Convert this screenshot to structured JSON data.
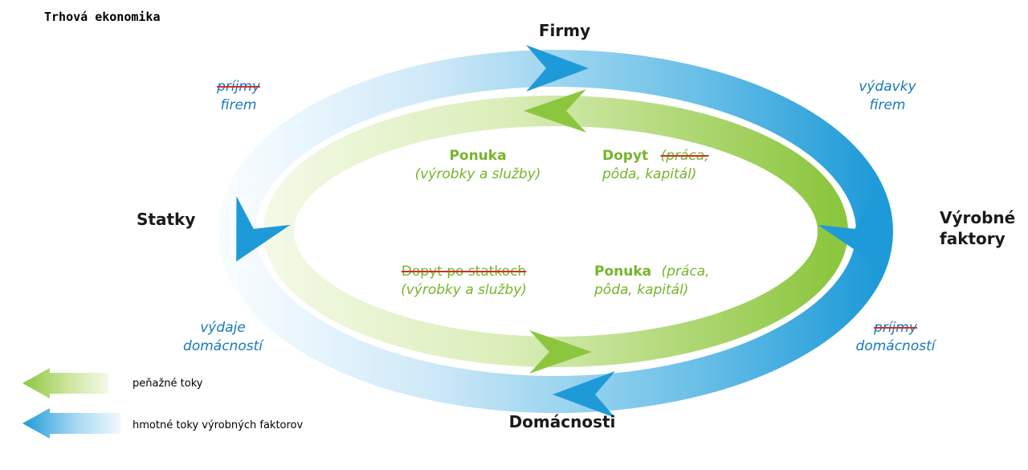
{
  "title": "Trhová ekonomika",
  "nodes": {
    "firms": "Firmy",
    "goods": "Statky",
    "factors": {
      "line1": "Výrobné",
      "line2": "faktory"
    },
    "households": "Domácnosti"
  },
  "money_labels": {
    "top_left": {
      "struck": "príjmy",
      "line2": "firem"
    },
    "top_right": {
      "line1": "výdavky",
      "line2": "firem"
    },
    "bottom_left": {
      "line1": "výdaje",
      "line2": "domácností"
    },
    "bottom_right": {
      "struck": "príjmy",
      "line2": "domácností"
    }
  },
  "market_labels": {
    "supply_goods": {
      "title": "Ponuka",
      "line2": "(výrobky a služby)"
    },
    "demand_factors": {
      "title": "Dopyt",
      "struck": "(práca,",
      "line2": "pôda, kapitál)"
    },
    "demand_goods": {
      "struck": "Dopyt po statkoch",
      "line2": "(výrobky a služby)"
    },
    "supply_factors": {
      "title": "Ponuka",
      "detail": "(práca,",
      "line2": "pôda, kapitál)"
    }
  },
  "legend": {
    "money": "peňažné toky",
    "material": "hmotné toky výrobných faktorov"
  },
  "colors": {
    "money_green": "#8cc63e",
    "material_blue": "#1f9ad8",
    "blue_text": "#1778be",
    "green_text": "#76b42a",
    "strike_red": "#d02e2e"
  }
}
